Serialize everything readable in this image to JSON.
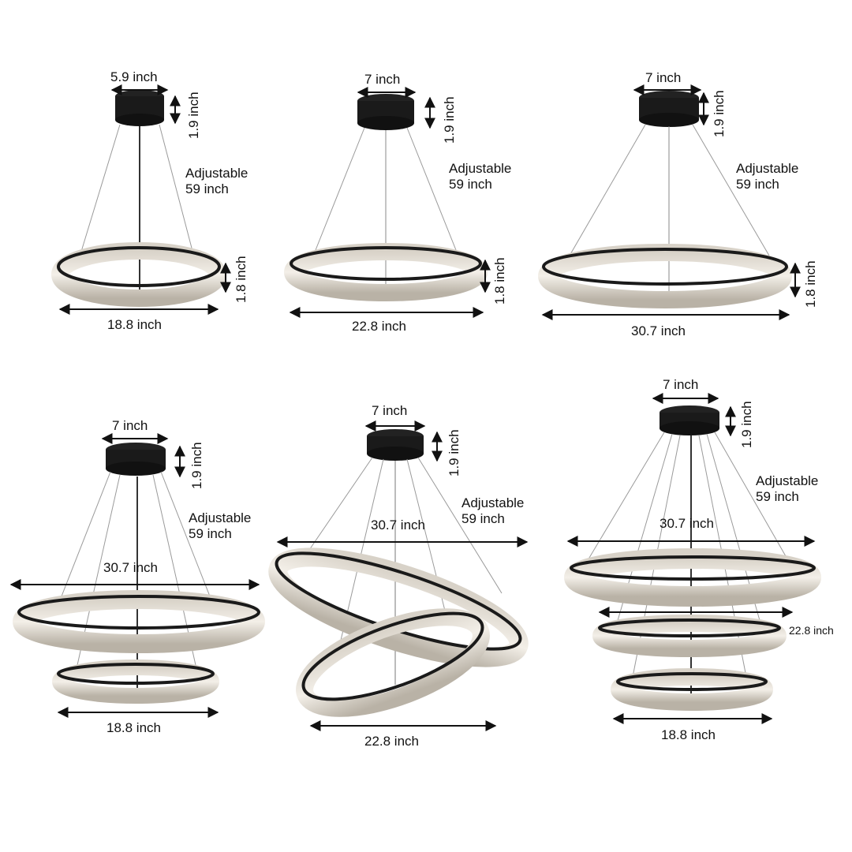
{
  "figures": [
    {
      "id": "single-18",
      "canopy": "5.9 inch",
      "canopy_h": "1.9 inch",
      "cable": [
        "Adjustable",
        "59 inch"
      ],
      "ring_h": "1.8 inch",
      "rings": [
        "18.8 inch"
      ]
    },
    {
      "id": "single-22",
      "canopy": "7 inch",
      "canopy_h": "1.9 inch",
      "cable": [
        "Adjustable",
        "59 inch"
      ],
      "ring_h": "1.8 inch",
      "rings": [
        "22.8 inch"
      ]
    },
    {
      "id": "single-30",
      "canopy": "7 inch",
      "canopy_h": "1.9 inch",
      "cable": [
        "Adjustable",
        "59 inch"
      ],
      "ring_h": "1.8 inch",
      "rings": [
        "30.7 inch"
      ]
    },
    {
      "id": "double-30-18",
      "canopy": "7 inch",
      "canopy_h": "1.9 inch",
      "cable": [
        "Adjustable",
        "59 inch"
      ],
      "rings": [
        "30.7 inch",
        "18.8 inch"
      ]
    },
    {
      "id": "double-tilted-30-22",
      "canopy": "7 inch",
      "canopy_h": "1.9 inch",
      "cable": [
        "Adjustable",
        "59 inch"
      ],
      "rings": [
        "30.7 inch",
        "22.8 inch"
      ]
    },
    {
      "id": "triple-30-22-18",
      "canopy": "7 inch",
      "canopy_h": "1.9 inch",
      "cable": [
        "Adjustable",
        "59 inch"
      ],
      "rings": [
        "30.7 inch",
        "22.8 inch",
        "18.8 inch"
      ]
    }
  ],
  "colors": {
    "frame": "#1a1a1a",
    "crystal": "#e9e4dc",
    "crystal_shadow": "#bdb6aa",
    "cable": "#9a9a9a"
  }
}
